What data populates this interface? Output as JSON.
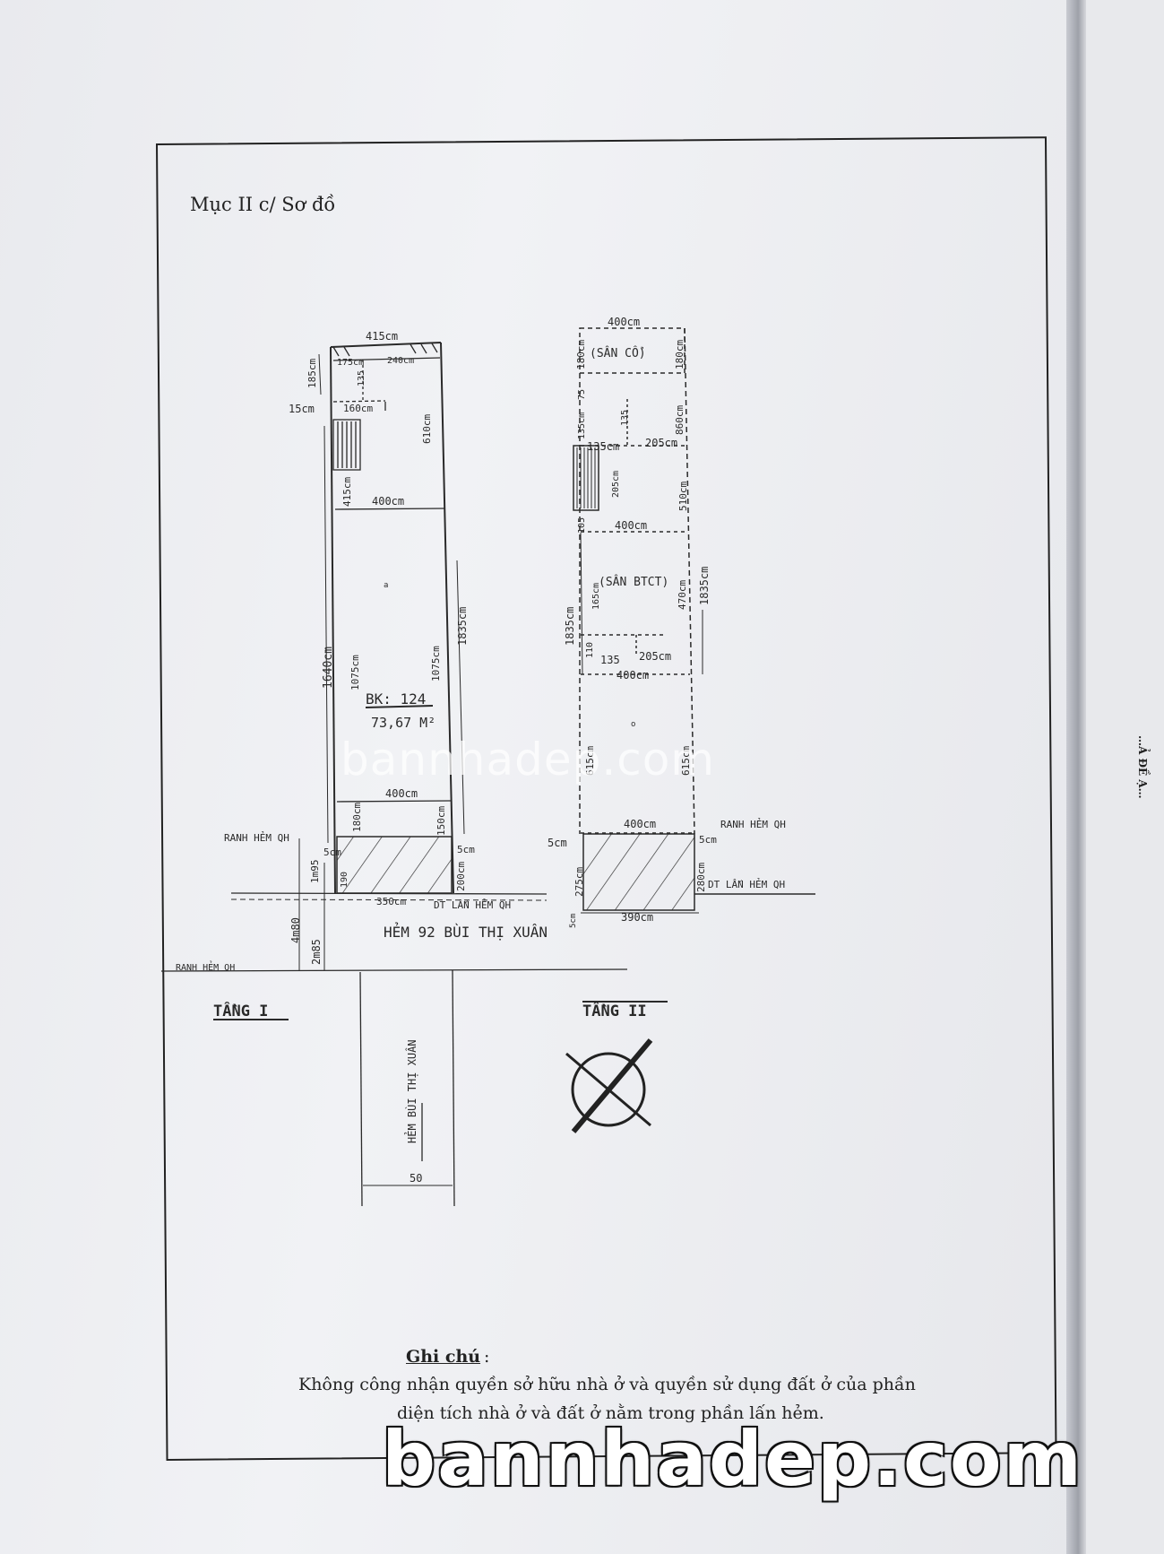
{
  "document": {
    "section_title": "Mục II c/ Sơ đồ",
    "note_title": "Ghi chú",
    "note_colon": ":",
    "note_line1": "Không công nhận quyền sở hữu nhà ở và quyền sử dụng đất ở của phần",
    "note_line2": "diện tích nhà ở và đất ở nằm trong phần lấn hẻm."
  },
  "watermark": {
    "text_small": "bannhadep.com",
    "text_large": "bannhadep.com"
  },
  "side_page": {
    "text": "…Ả ĐỀ Ạ…"
  },
  "floor1": {
    "label": "TẦNG I",
    "top_width": "415cm",
    "seg_175": "175cm",
    "seg_240": "240cm",
    "seg_135": "135",
    "seg_160": "160cm",
    "left_185": "185cm",
    "left_15": "15cm",
    "right_610": "610cm",
    "left_415": "415cm",
    "mid_width_400": "400cm",
    "left_1640": "1640cm",
    "left_1075": "1075cm",
    "right_1075": "1075cm",
    "right_1835": "1835cm",
    "plot_no": "BK: 124",
    "area": "73,67 M²",
    "low_width_400": "400cm",
    "left_180": "180cm",
    "right_150": "150cm",
    "ranh_hem": "RANH HẺM QH",
    "left_5cm": "5cm",
    "right_5cm": "5cm",
    "dim_195": "1m95",
    "dim_190": "190",
    "right_200": "200cm",
    "bottom_350": "350cm",
    "dt_lan_hem": "DT LẤN HẺM QH",
    "dim_480": "4m80",
    "dim_285": "2m85",
    "street_name": "HẺM 92 BÙI THỊ XUÂN",
    "ranh_hem_bottom": "RANH HẺM QH",
    "side_street": "HẺM BÙI THỊ XUÂN",
    "side_street_width": "50",
    "dot_label": "a"
  },
  "floor2": {
    "label": "TẦNG II",
    "top_width": "400cm",
    "san_co": "(SÂN CỔ)",
    "left_180": "180cm",
    "right_180": "180cm",
    "left_75": "75",
    "left_135": "135cm",
    "mid_135": "135",
    "right_860": "860cm",
    "seg_135": "135cm",
    "seg_205": "205cm",
    "mid_205": "205cm",
    "left_105": "105",
    "right_510": "510cm",
    "width_400_a": "400cm",
    "san_bt": "(SÂN BTCT)",
    "mid_165": "165cm",
    "right_470": "470cm",
    "left_1835": "1835cm",
    "right_1835": "1835cm",
    "left_110": "110",
    "seg_135b": "135",
    "seg_205b": "205cm",
    "width_400_b": "400cm",
    "left_615": "615cm",
    "right_615": "615cm",
    "width_400_c": "400cm",
    "ranh_hem": "RANH HẺM QH",
    "left_5cm": "5cm",
    "right_5cm": "5cm",
    "left_275": "275cm",
    "right_280": "280cm",
    "dt_lan_hem": "DT LẤN HẺM QH",
    "left_5_small": "5cm",
    "bottom_390": "390cm",
    "dot_label": "o"
  },
  "north_arrow": {
    "name": "compass-north-symbol"
  }
}
